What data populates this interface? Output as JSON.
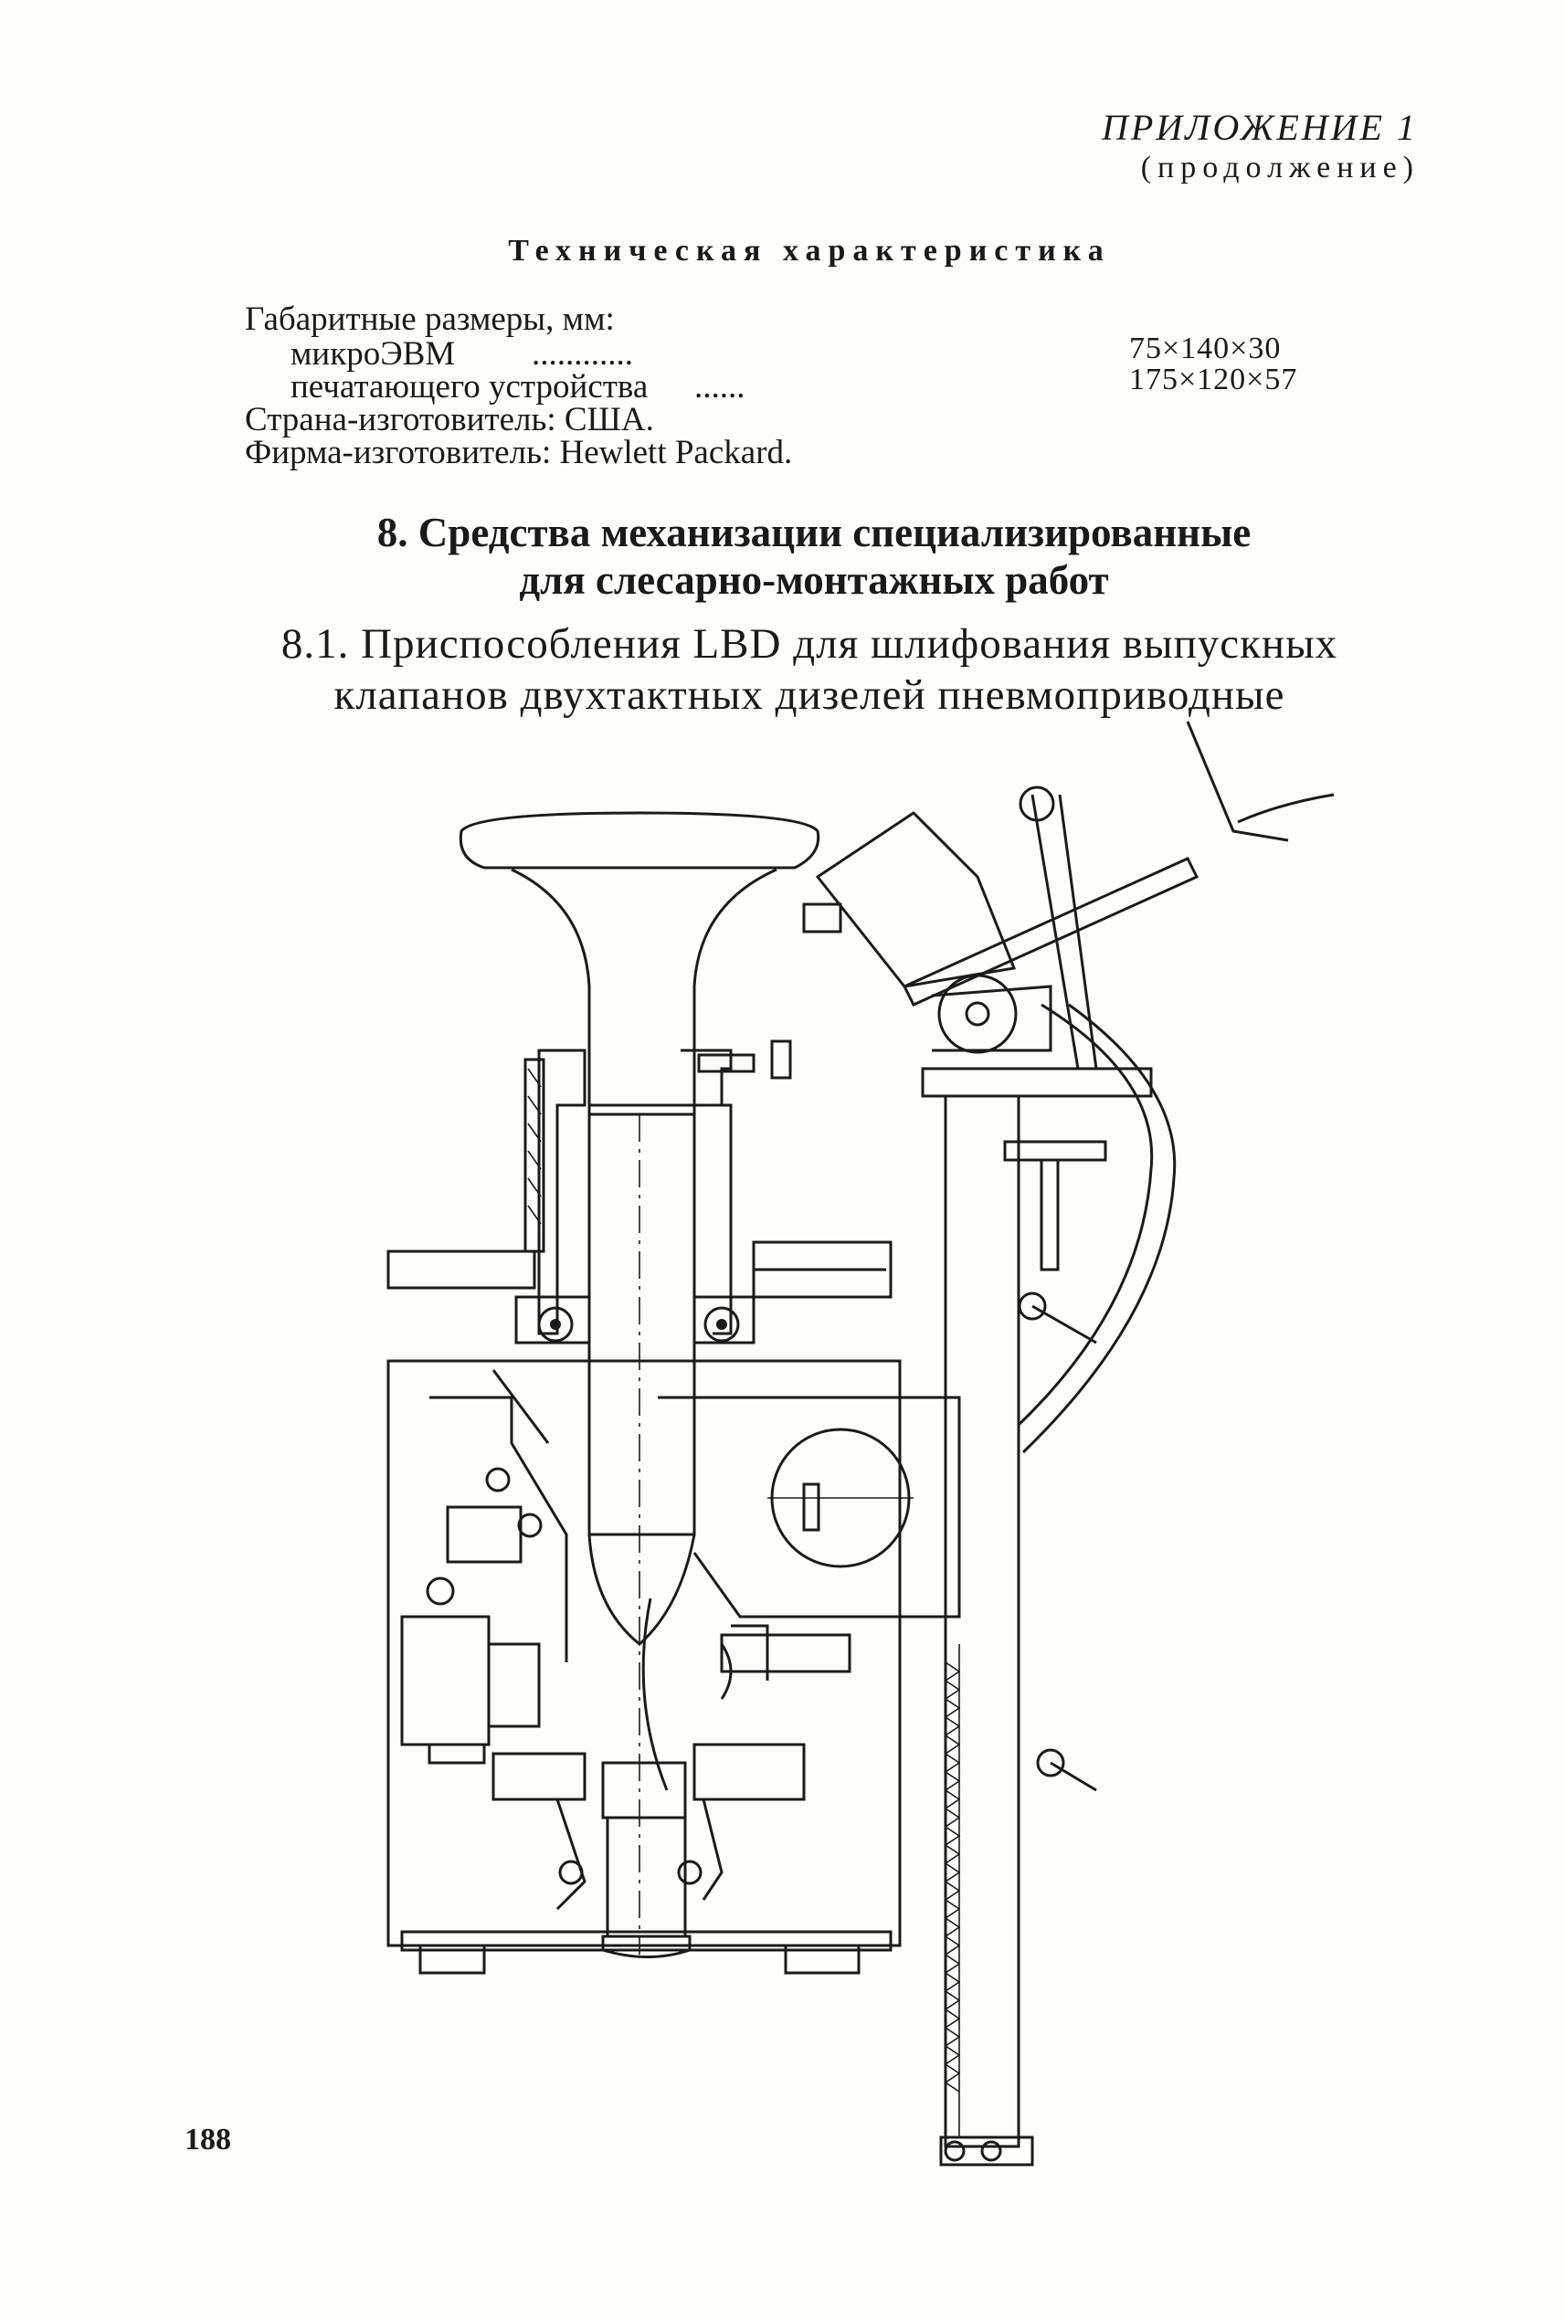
{
  "header": {
    "appendix": "ПРИЛОЖЕНИЕ 1",
    "continued": "(продолжение)"
  },
  "spec": {
    "heading": "Техническая характеристика",
    "dimensions_label": "Габаритные размеры, мм:",
    "rows": [
      {
        "label": "микроЭВМ",
        "value": "75×140×30"
      },
      {
        "label": "печатающего устройства",
        "value": "175×120×57"
      }
    ],
    "country": "Страна-изготовитель: США.",
    "manufacturer": "Фирма-изготовитель: Hewlett Packard."
  },
  "section": {
    "title_line1": "8. Средства механизации специализированные",
    "title_line2": "для слесарно-монтажных работ"
  },
  "subsection": {
    "title_line1": "8.1. Приспособления LBD для шлифования выпускных",
    "title_line2": "клапанов двухтактных дизелей пневмоприводные"
  },
  "page_number": "188"
}
